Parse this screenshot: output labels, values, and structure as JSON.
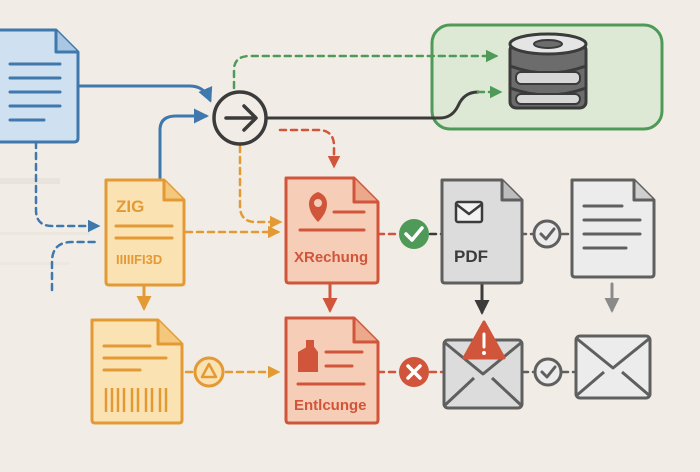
{
  "colors": {
    "background": "#f1ede6",
    "blue": "#3f78ad",
    "blue_fill": "#cfe0f0",
    "orange": "#e39a34",
    "orange_fill": "#fbe2b3",
    "red": "#d0553a",
    "red_fill": "#f6cdb7",
    "gray": "#5f5f5f",
    "gray_fill": "#dcdcdc",
    "light_gray_fill": "#ececec",
    "green": "#4f9a58",
    "green_fill": "#dde9d4",
    "dark": "#3b3b3b"
  },
  "labels": {
    "zig": "ZIG",
    "zig_code": "IIIIIFI3D",
    "xrechnung": "XRechung",
    "pdf": "PDF",
    "entlcunge": "Entlcunge"
  },
  "icons": {
    "source": "document-icon",
    "router": "arrow-right-circle-icon",
    "database": "database-icon",
    "ok": "check-circle-icon",
    "fail": "x-circle-icon",
    "warning": "warning-triangle-icon",
    "mail": "envelope-icon",
    "location": "location-pin-icon"
  }
}
